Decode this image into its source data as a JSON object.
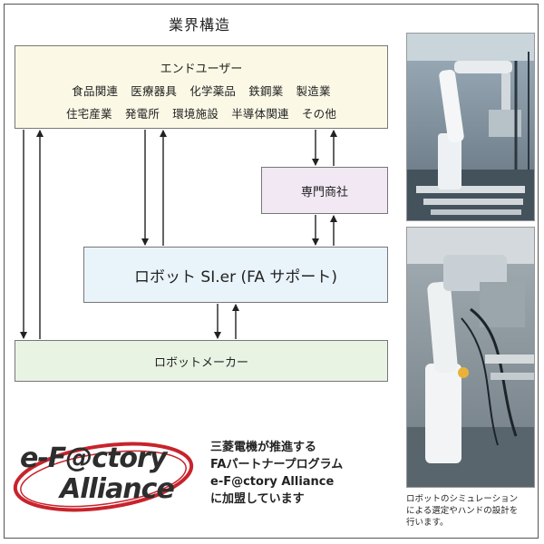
{
  "title": "業界構造",
  "end_user": {
    "header": "エンドユーザー",
    "row1": [
      "食品関連",
      "医療器具",
      "化学薬品",
      "鉄鋼業",
      "製造業"
    ],
    "row2": [
      "住宅産業",
      "発電所",
      "環境施設",
      "半導体関連",
      "その他"
    ]
  },
  "senmon": "専門商社",
  "sier": "ロボット SI.er (FA サポート)",
  "maker": "ロボットメーカー",
  "logo": {
    "line1": "e-F@ctory",
    "line2": "Alliance"
  },
  "promo": [
    "三菱電機が推進する",
    "FAパートナープログラム",
    "e-F@ctory Alliance",
    "に加盟しています"
  ],
  "caption": [
    "ロボットのシミュレーション",
    "による選定やハンドの設計を",
    "行います。"
  ],
  "colors": {
    "end_user_bg": "#fbf9e6",
    "senmon_bg": "#f1e8f4",
    "sier_bg": "#e9f4fa",
    "maker_bg": "#e9f3e4",
    "logo_swoosh": "#c8232c"
  }
}
